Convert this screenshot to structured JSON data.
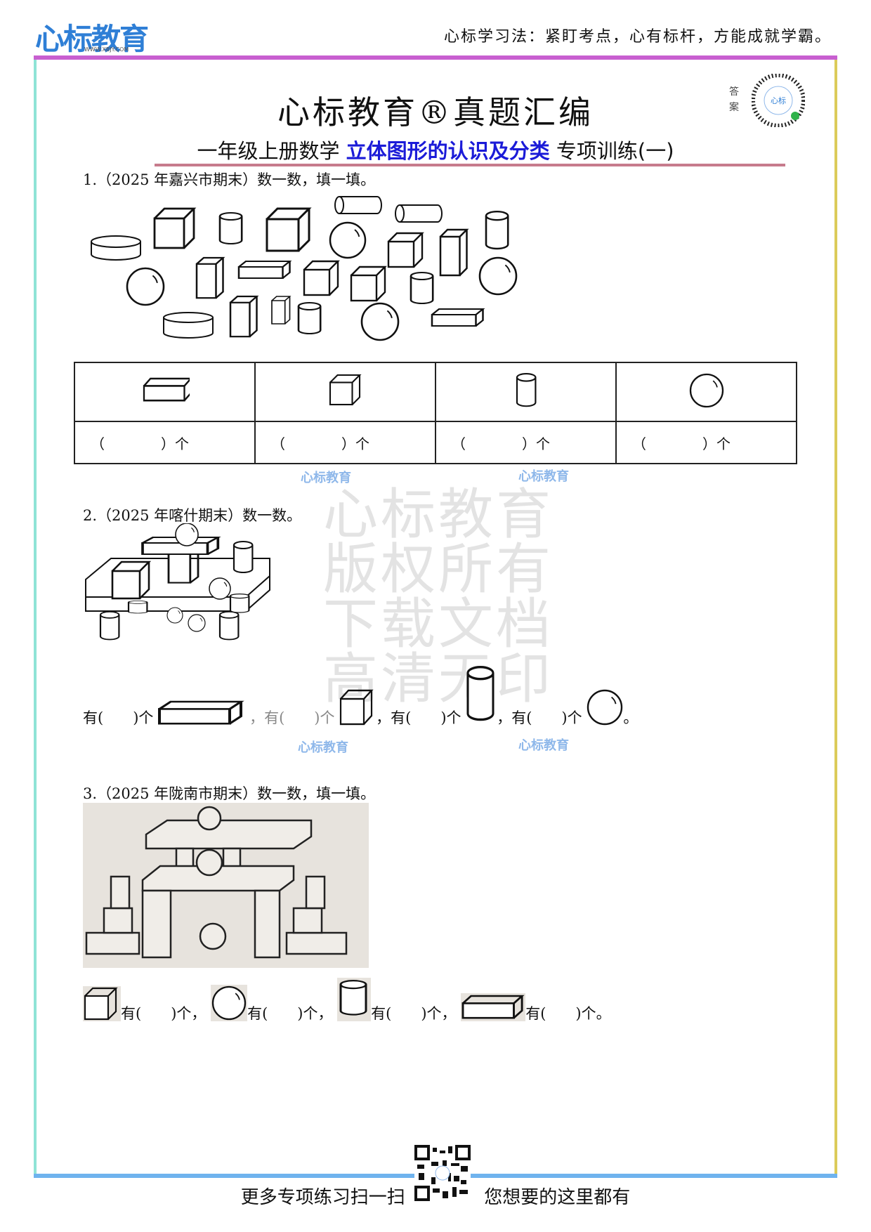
{
  "header": {
    "logo": "心标教育",
    "logo_url_text": "WWW.XBJY.COM",
    "motto": "心标学习法：紧盯考点，心有标杆，方能成就学霸。"
  },
  "title": "心标教育®真题汇编",
  "subtitle": {
    "part1": "一年级上册数学",
    "highlight": "立体图形的认识及分类",
    "part2": "专项训练(一)"
  },
  "answer_label": "答案",
  "watermark": {
    "lines": [
      "心标教育",
      "版权所有",
      "下载文档",
      "高清无印"
    ],
    "small": "心标教育"
  },
  "q1": {
    "prompt": "1.（2025 年嘉兴市期末）数一数，填一填。",
    "table": {
      "shapes": [
        "cuboid",
        "cube",
        "cylinder",
        "sphere"
      ],
      "blank": "（　　　　）个"
    }
  },
  "q2": {
    "prompt": "2.（2025 年喀什期末）数一数。",
    "items": [
      "有(　　)个",
      "，有(　　)个",
      "，有(　　)个",
      "，有(　　)个"
    ],
    "end": "。"
  },
  "q3": {
    "prompt": "3.（2025 年陇南市期末）数一数，填一填。",
    "items": [
      "有(　　)个，",
      "有(　　)个，",
      "有(　　)个，",
      "有(　　)个。"
    ]
  },
  "footer": {
    "left": "更多专项练习扫一扫",
    "right": "您想要的这里都有"
  },
  "colors": {
    "top_bar": "#c85fd0",
    "left_bar": "#8fe3d6",
    "right_bar": "#dccb5a",
    "bottom_bar": "#6fb3ee",
    "highlight": "#1b1bd8"
  }
}
